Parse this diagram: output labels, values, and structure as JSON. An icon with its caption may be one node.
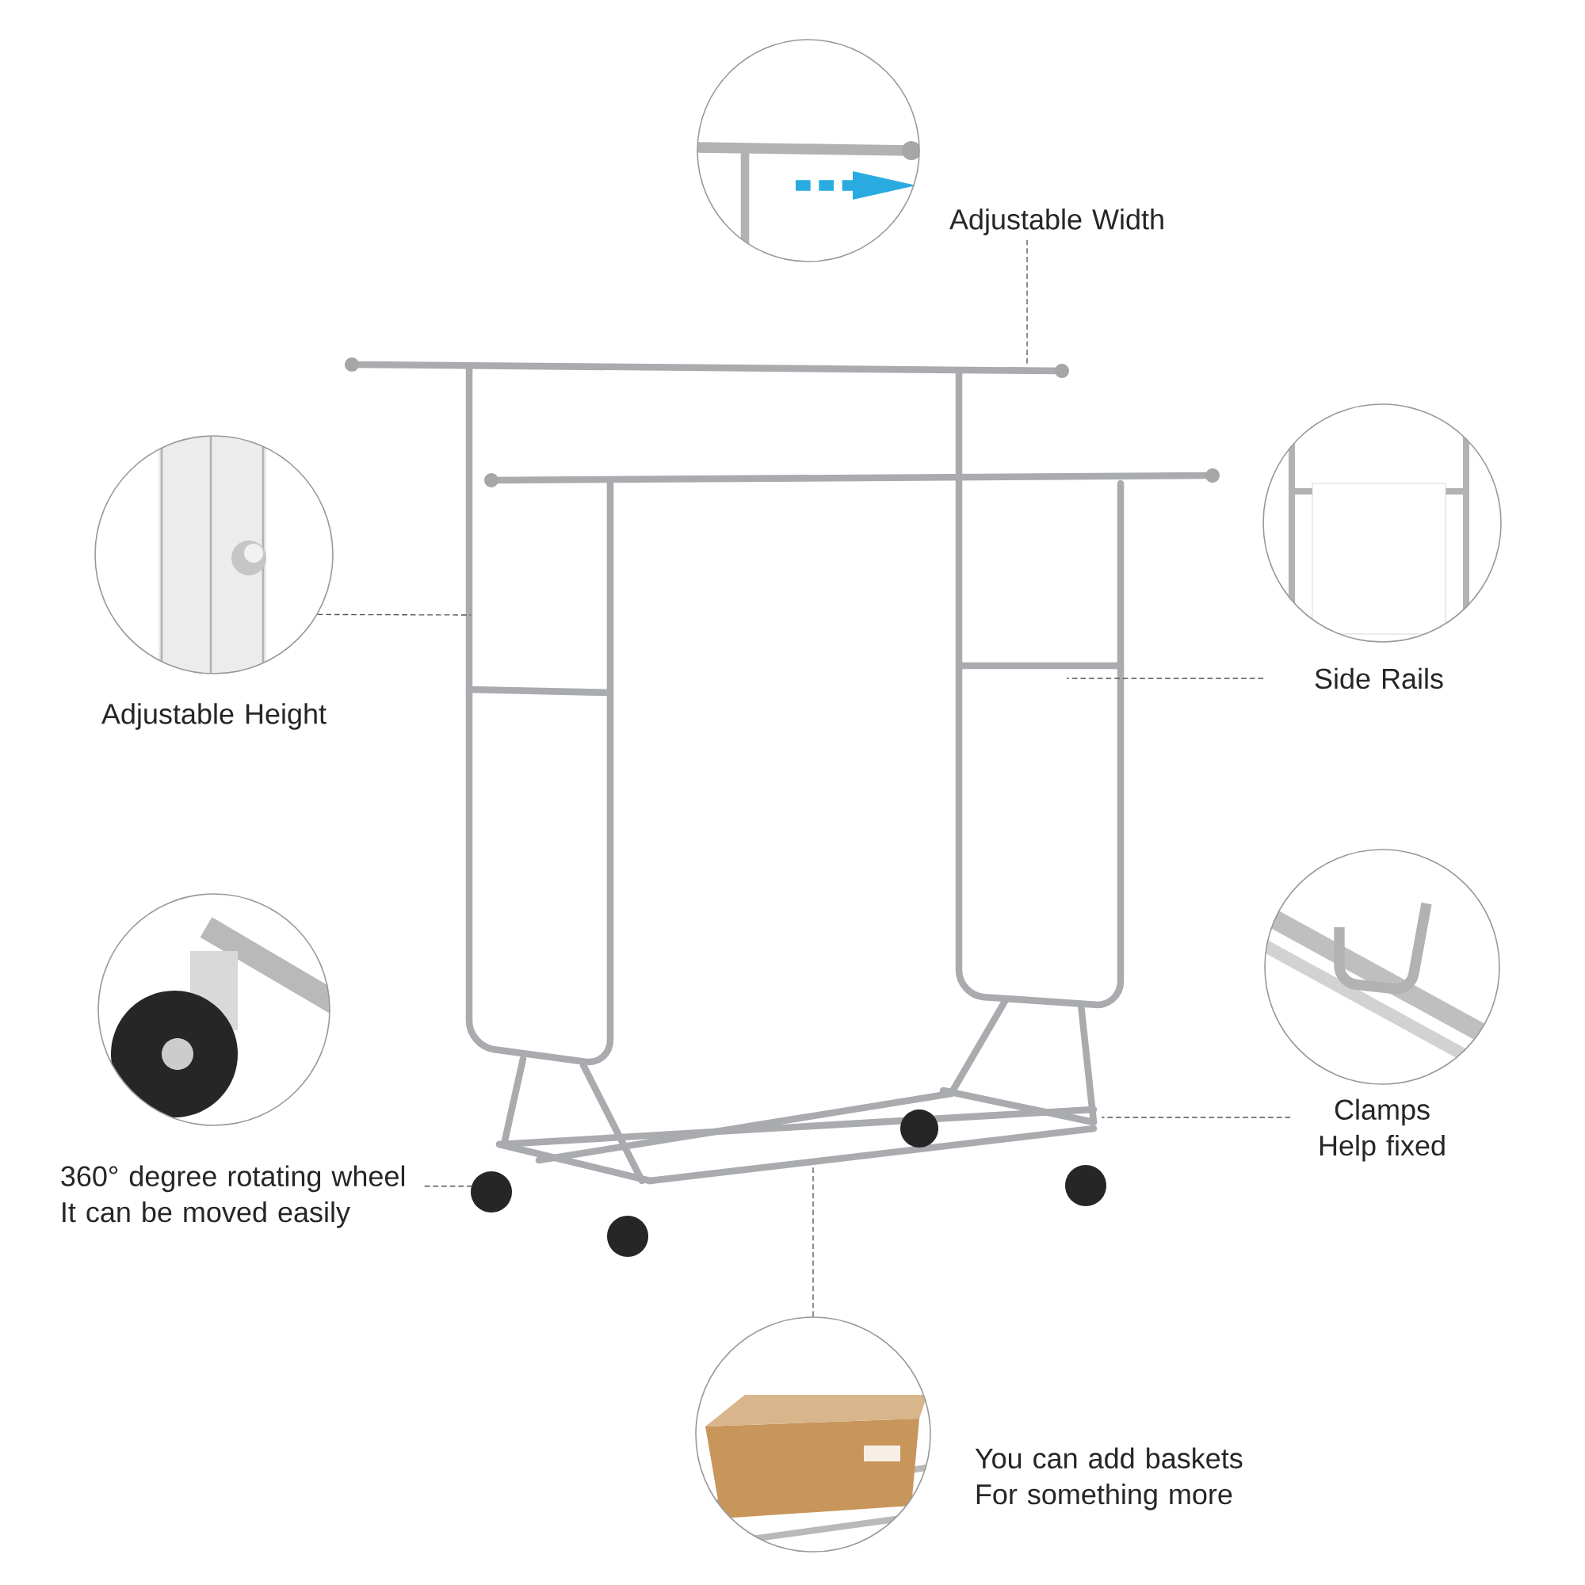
{
  "diagram": {
    "nodes": [
      {
        "text": [],
        "shape": "picture"
      },
      {
        "text": [
          "Adjustable Width"
        ]
      },
      {
        "text": [],
        "shape": "picture"
      },
      {
        "text": [
          "Adjustable Height"
        ]
      },
      {
        "text": [],
        "shape": "picture"
      },
      {
        "text": [
          "Side Rails"
        ]
      },
      {
        "text": [],
        "shape": "picture"
      },
      {
        "text": [
          "360° degree rotating wheel It can be moved easily"
        ]
      },
      {
        "text": [],
        "shape": "picture"
      },
      {
        "text": [
          "Clamps Help fixed"
        ]
      },
      {
        "text": [],
        "shape": "picture"
      },
      {
        "text": [
          "You can add baskets For something more"
        ]
      }
    ],
    "edges": [
      {
        "from": 1,
        "to": null,
        "arrow": "none",
        "style": "dashed"
      },
      {
        "from": 2,
        "to": null,
        "arrow": "none",
        "style": "dashed"
      },
      {
        "from": 5,
        "to": null,
        "arrow": "none",
        "style": "dashed"
      },
      {
        "from": 7,
        "to": null,
        "arrow": "none",
        "style": "dashed"
      },
      {
        "from": 9,
        "to": null,
        "arrow": "none",
        "style": "dashed"
      },
      {
        "from": 10,
        "to": null,
        "arrow": "none",
        "style": "dashed"
      }
    ]
  }
}
